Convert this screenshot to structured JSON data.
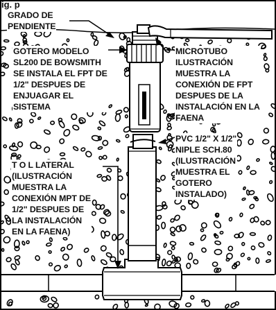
{
  "header_fragment": "ig. p",
  "labels": {
    "grade": [
      "GRADO DE",
      "PENDIENTE"
    ],
    "emitter": [
      "GOTERO MODELO",
      "SL200 DE BOWSMITH",
      "SE INSTALA EL FPT DE",
      "1/2\" DESPUES DE",
      "ENJUAGAR EL",
      "SISTEMA"
    ],
    "microtube": [
      "MICROTUBO",
      "ILUSTRACIÓN",
      "MUESTRA LA",
      "CONEXIÓN DE FPT",
      "DESPUES DE LA",
      "INSTALACIÓN EN LA",
      "FAENA"
    ],
    "nipple": [
      "PVC 1/2\" X 1/2\"",
      "NIPLE SCH.80",
      "(ILUSTRACIÓN",
      "MUESTRA EL",
      "GOTERO",
      "INSTALADO)"
    ],
    "tee": [
      "T O L LATERAL",
      "(ILUSTRACIÓN",
      "MUESTRA LA",
      "CONEXIÓN MPT DE",
      "1/2\" DESPUES DE",
      "LA INSTALACIÓN",
      "EN LA FAENA)"
    ]
  }
}
